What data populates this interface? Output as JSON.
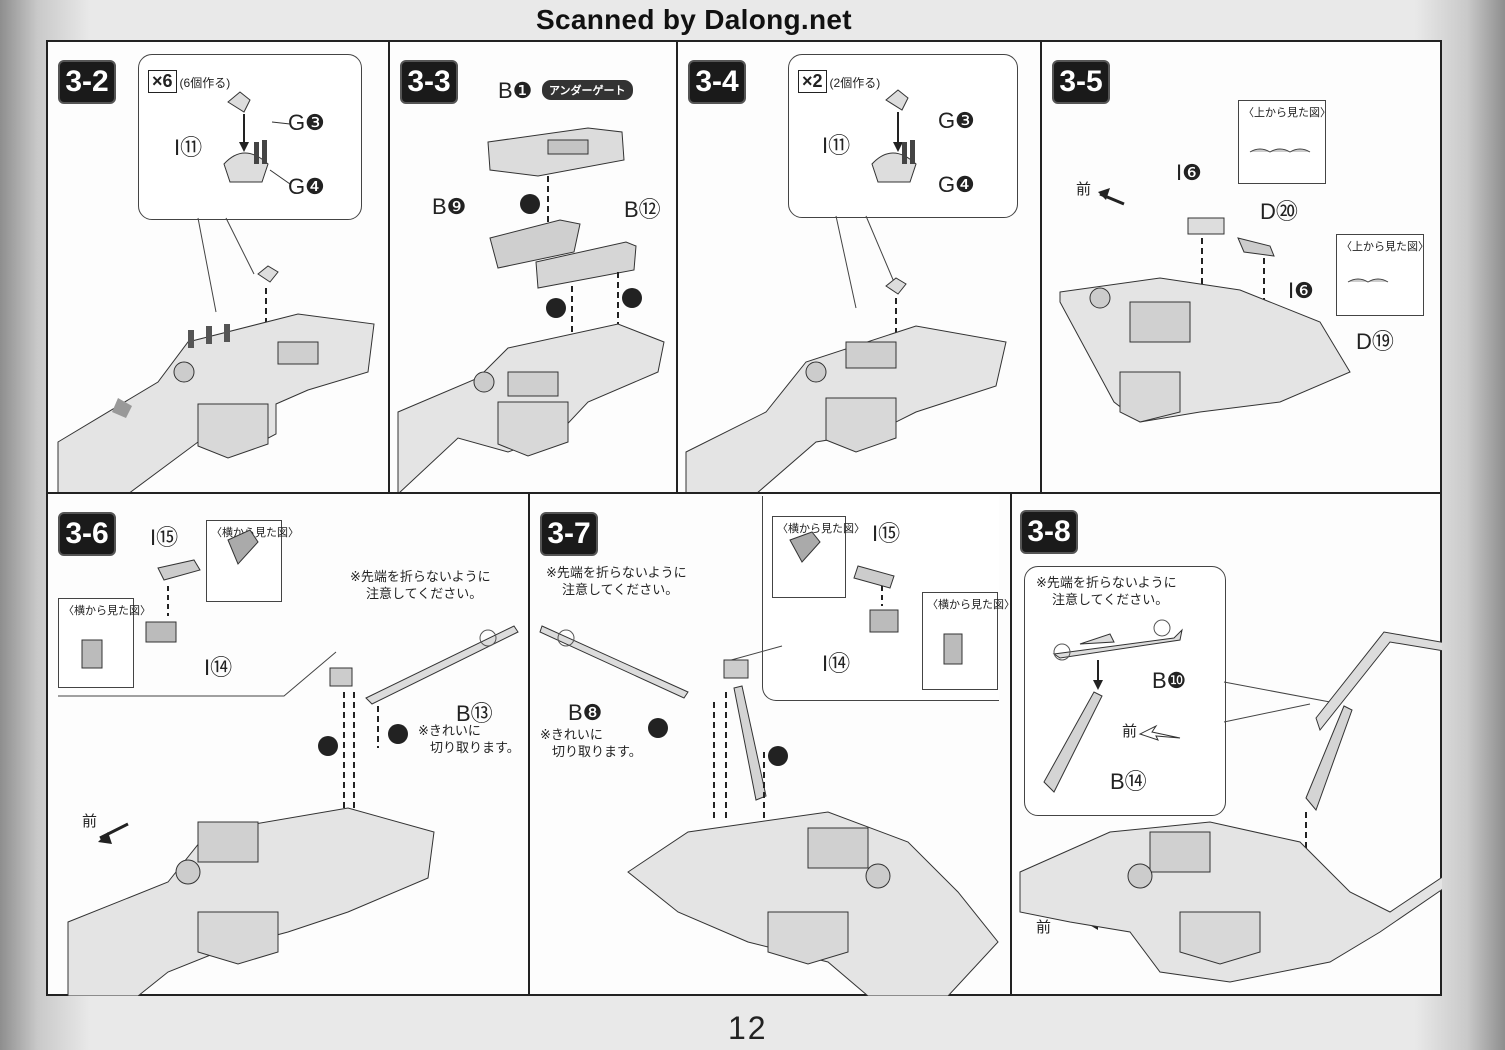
{
  "banner": "Scanned by Dalong.net",
  "page_number": "12",
  "steps": {
    "s32": {
      "num": "3",
      "sub": "-2",
      "multiplier": "×6",
      "multiplier_note": "(6個作る)",
      "parts": [
        "I⑪",
        "G❸",
        "G❹"
      ]
    },
    "s33": {
      "num": "3",
      "sub": "-3",
      "parts": [
        "B❶",
        "B❾",
        "B⑫"
      ],
      "tag": "アンダーゲート"
    },
    "s34": {
      "num": "3",
      "sub": "-4",
      "multiplier": "×2",
      "multiplier_note": "(2個作る)",
      "parts": [
        "I⑪",
        "G❸",
        "G❹"
      ]
    },
    "s35": {
      "num": "3",
      "sub": "-5",
      "parts": [
        "I❻",
        "D⑳",
        "I❻",
        "D⑲"
      ],
      "front": "前",
      "view_top_1": "〈上から見た図〉",
      "view_top_2": "〈上から見た図〉"
    },
    "s36": {
      "num": "3",
      "sub": "-6",
      "parts": [
        "I⑮",
        "I⑭",
        "B⑬"
      ],
      "view_side_1": "〈横から見た図〉",
      "view_side_2": "〈横から見た図〉",
      "note_tip": [
        "※先端を折らないように",
        "注意してください。"
      ],
      "note_cut": [
        "※きれいに",
        "切り取ります。"
      ],
      "front": "前"
    },
    "s37": {
      "num": "3",
      "sub": "-7",
      "parts": [
        "I⑮",
        "I⑭",
        "B❽"
      ],
      "view_side_1": "〈横から見た図〉",
      "view_side_2": "〈横から見た図〉",
      "note_tip": [
        "※先端を折らないように",
        "注意してください。"
      ],
      "note_cut": [
        "※きれいに",
        "切り取ります。"
      ]
    },
    "s38": {
      "num": "3",
      "sub": "-8",
      "parts": [
        "B❿",
        "B⑭"
      ],
      "note_tip": [
        "※先端を折らないように",
        "注意してください。"
      ],
      "front_1": "前",
      "front_2": "前"
    }
  }
}
